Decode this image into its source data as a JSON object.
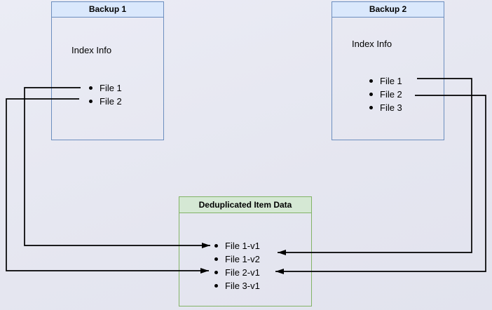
{
  "diagram": {
    "background_color": "#e7e8f2",
    "line_color": "#000000",
    "boxes": {
      "backup1": {
        "title": "Backup 1",
        "section_label": "Index Info",
        "items": [
          "File 1",
          "File 2"
        ],
        "header_fill": "#dae8fc",
        "border_color": "#6c8ebf"
      },
      "backup2": {
        "title": "Backup 2",
        "section_label": "Index Info",
        "items": [
          "File 1",
          "File 2",
          "File 3"
        ],
        "header_fill": "#dae8fc",
        "border_color": "#6c8ebf"
      },
      "dedup": {
        "title": "Deduplicated Item Data",
        "items": [
          "File 1-v1",
          "File 1-v2",
          "File 2-v1",
          "File 3-v1"
        ],
        "header_fill": "#d5e8d4",
        "border_color": "#82b366"
      }
    },
    "connections": [
      {
        "from": "backup1 / File 1",
        "to": "dedup / File 1-v1"
      },
      {
        "from": "backup1 / File 2",
        "to": "dedup / File 2-v1"
      },
      {
        "from": "backup2 / File 1",
        "to": "dedup / File 1-v2"
      },
      {
        "from": "backup2 / File 2",
        "to": "dedup / File 2-v1"
      }
    ]
  }
}
